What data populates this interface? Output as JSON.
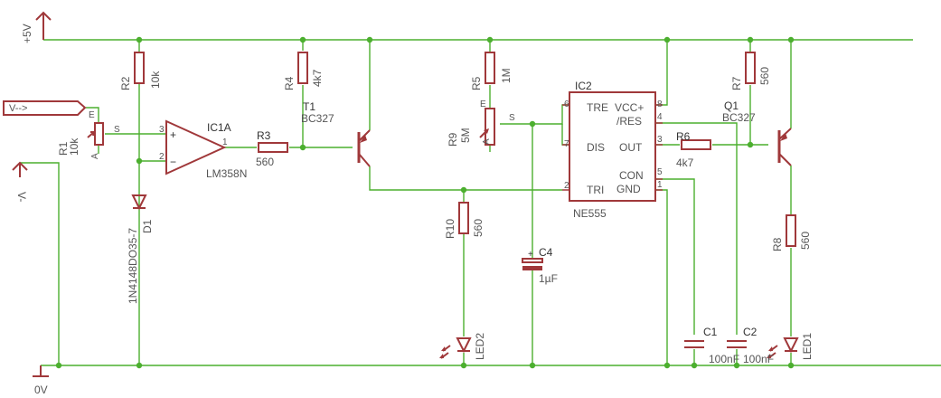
{
  "supply": {
    "positive": "+5V",
    "ground": "0V",
    "negative": "V-",
    "input_signal": "V-->"
  },
  "r1": {
    "ref": "R1",
    "value": "10k",
    "pin_s": "S",
    "pin_e": "E",
    "pin_a": "A"
  },
  "r2": {
    "ref": "R2",
    "value": "10k"
  },
  "d1": {
    "ref": "D1",
    "value": "1N4148DO35-7"
  },
  "ic1a": {
    "ref": "IC1A",
    "value": "LM358N",
    "pin3": "3",
    "pin2": "2",
    "pin1": "1",
    "plus": "+",
    "minus": "−"
  },
  "r3": {
    "ref": "R3",
    "value": "560"
  },
  "r4": {
    "ref": "R4",
    "value": "4k7"
  },
  "t1": {
    "ref": "T1",
    "value": "BC327"
  },
  "r5": {
    "ref": "R5",
    "value": "1M"
  },
  "r9": {
    "ref": "R9",
    "value": "5M",
    "pin_s": "S",
    "pin_e": "E",
    "pin_a": "A"
  },
  "r10": {
    "ref": "R10",
    "value": "560"
  },
  "led2": {
    "ref": "LED2"
  },
  "c4": {
    "ref": "C4",
    "value": "1µF"
  },
  "ic2": {
    "ref": "IC2",
    "value": "NE555",
    "pins": {
      "tre": "TRE",
      "dis": "DIS",
      "tri": "TRI",
      "vcc": "VCC+",
      "res": "/RES",
      "out": "OUT",
      "con": "CON",
      "gnd": "GND"
    },
    "pin_numbers": {
      "tre": "6",
      "dis": "7",
      "tri": "2",
      "vcc": "8",
      "res": "4",
      "out": "3",
      "con": "5",
      "gnd": "1"
    }
  },
  "r6": {
    "ref": "R6",
    "value": "4k7"
  },
  "r7": {
    "ref": "R7",
    "value": "560"
  },
  "q1": {
    "ref": "Q1",
    "value": "BC327"
  },
  "r8": {
    "ref": "R8",
    "value": "560"
  },
  "led1": {
    "ref": "LED1"
  },
  "c1": {
    "ref": "C1",
    "value": "100nF"
  },
  "c2": {
    "ref": "C2",
    "value": "100nF"
  },
  "colors": {
    "wire": "#4caf2f",
    "part": "#a0383a",
    "text": "#555555"
  }
}
